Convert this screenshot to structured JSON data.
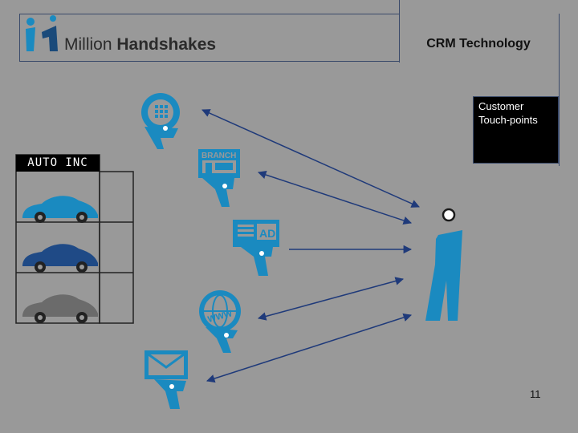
{
  "header": {
    "brand_prefix": "Million ",
    "brand_bold": "Handshakes",
    "title": "CRM Technology"
  },
  "callout": {
    "line1": "Customer",
    "line2": "Touch-points"
  },
  "garage": {
    "sign": "AUTO INC",
    "car_colors": [
      "#1a8ac0",
      "#1f4a86",
      "#6b6b6b"
    ]
  },
  "touchpoints": {
    "branch_label": "BRANCH",
    "ad_label": "AD",
    "web_label": "WWW"
  },
  "colors": {
    "accent": "#1a8ac0",
    "arrow": "#1f3a7a"
  },
  "page_number": "11"
}
